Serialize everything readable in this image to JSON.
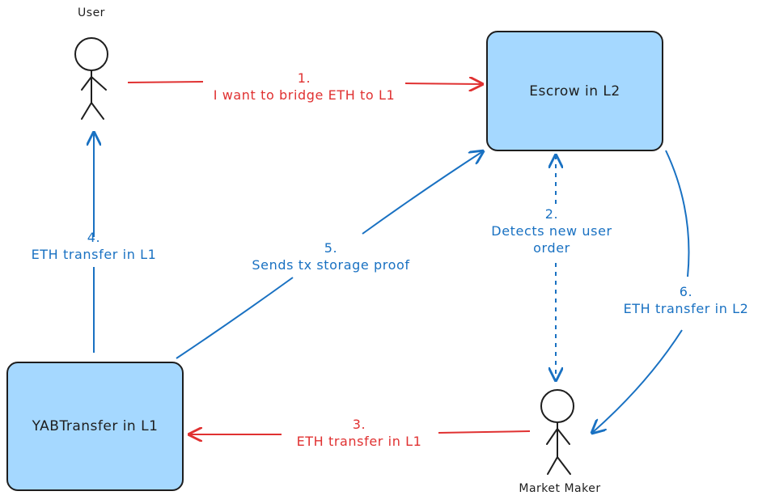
{
  "colors": {
    "stroke": "#1e1e1e",
    "box_fill": "#a5d8ff",
    "red": "#e03131",
    "blue": "#1971c2"
  },
  "actors": {
    "user": "User",
    "market_maker": "Market Maker"
  },
  "boxes": {
    "escrow": "Escrow in L2",
    "yab": "YABTransfer in L1"
  },
  "steps": [
    {
      "num": "1.",
      "text": "I want to bridge ETH to L1"
    },
    {
      "num": "2.",
      "text_line1": "Detects new user",
      "text_line2": "order"
    },
    {
      "num": "3.",
      "text": "ETH transfer in L1"
    },
    {
      "num": "4.",
      "text": "ETH transfer in L1"
    },
    {
      "num": "5.",
      "text": "Sends tx storage proof"
    },
    {
      "num": "6.",
      "text": "ETH transfer in L2"
    }
  ]
}
